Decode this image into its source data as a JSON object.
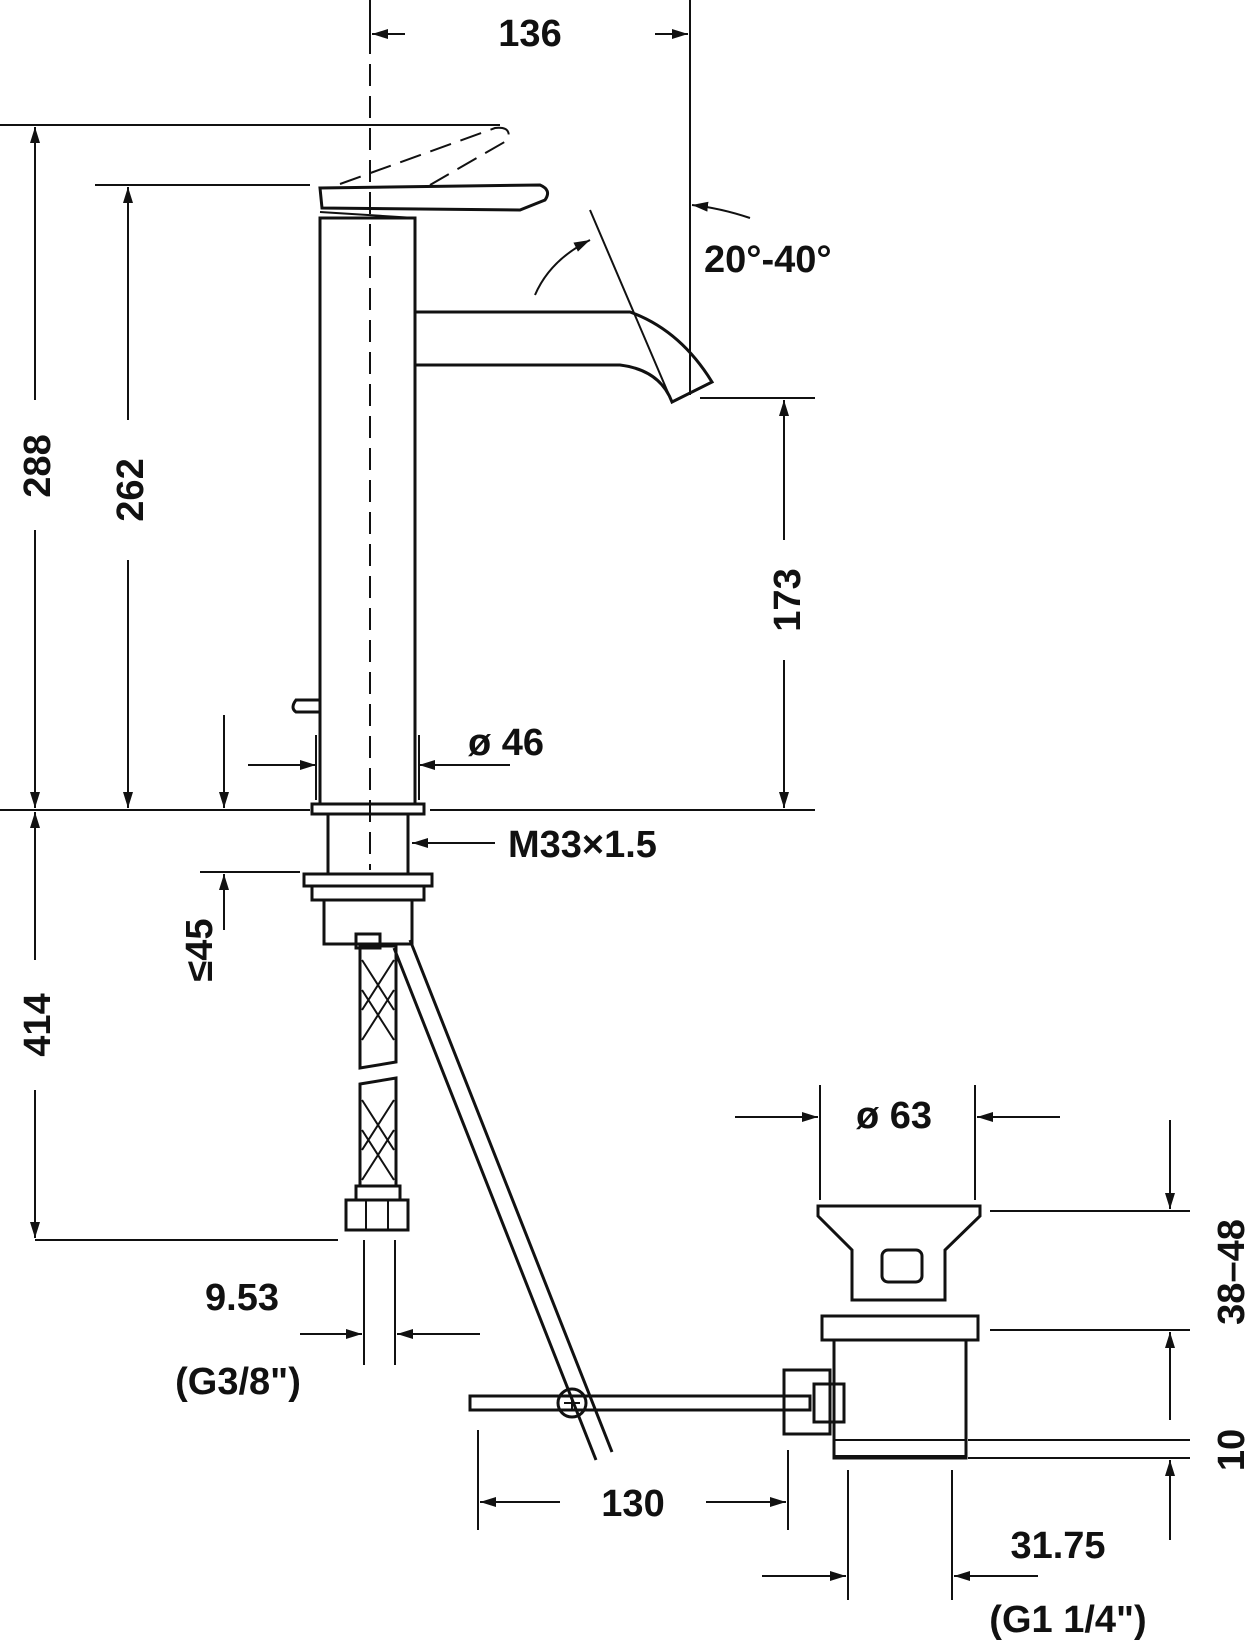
{
  "dimensions": {
    "width_136": "136",
    "height_288": "288",
    "height_262": "262",
    "spout_173": "173",
    "angle": "20°-40°",
    "dia_46": "ø 46",
    "thread": "M33×1.5",
    "max_45": "≤45",
    "hose_414": "414",
    "conn_953": "9.53",
    "conn_g38": "(G3/8\")",
    "rod_130": "130",
    "waste_dia_63": "ø 63",
    "waste_3848": "38–48",
    "waste_10": "10",
    "waste_3175": "31.75",
    "waste_g114": "(G1 1/4\")"
  }
}
